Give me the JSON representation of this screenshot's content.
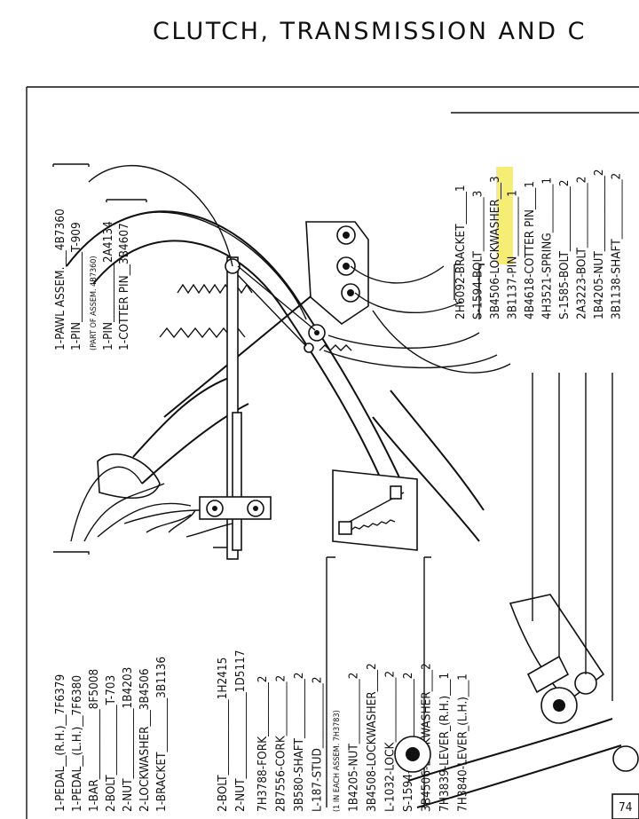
{
  "page": {
    "title": "CLUTCH, TRANSMISSION AND C"
  },
  "group_top_left": [
    "1-PAWL ASSEM.___4B7360",
    "1-PIN_____________T-909",
    "(PART OF ASSEM. 4B7360)",
    "1-PIN___________2A4134",
    "1-COTTER PIN__3B4607"
  ],
  "group_top_right": [
    "2H6092-BRACKET______1",
    "S-1594-BOLT__________3",
    "3B4506-LOCKWASHER___3",
    "3B1137-PIN___________1",
    "4B4618-COTTER PIN____1",
    "4H3521-SPRING_________1",
    "S-1585-BOLT____________2",
    "2A3223-BOLT____________2",
    "1B4205-NUT______________2",
    "3B1138-SHAFT___________2"
  ],
  "highlighted_label": "3B1137-PIN___________1",
  "group_bottom_left": [
    "1-PEDAL__(R.H.)__7F6379",
    "1-PEDAL__(L.H.)__7F6380",
    "1-BAR_____________8F5008",
    "2-BOLT_____________T-703",
    "2-NUT_____________1B4203",
    "2-LOCKWASHER___3B4506",
    "1-BRACKET__________3B1136"
  ],
  "group_bottom_mid": [
    "2-BOLT______________1H2415",
    "2-NUT________________1D5117"
  ],
  "group_bottom_right": [
    "7H3788-FORK__________2",
    "2B7556-CORK__________2",
    "3B580-SHAFT___________2",
    "L-187-STUD____________2",
    "(1 IN EACH ASSEM. 7H3783)",
    "1B4205-NUT____________2",
    "3B4508-LOCKWASHER____2",
    "L-1032-LOCK____________2",
    "S-1594-BOLT____________2",
    "3B4506-LOCKWASHER____2",
    "7H3839-LEVER_(R.H.)___1",
    "7H3840-LEVER_(L.H.)___1"
  ],
  "corner_mark": "74",
  "colors": {
    "ink": "#111111",
    "highlight": "#f4ea5c",
    "paper": "#ffffff"
  }
}
